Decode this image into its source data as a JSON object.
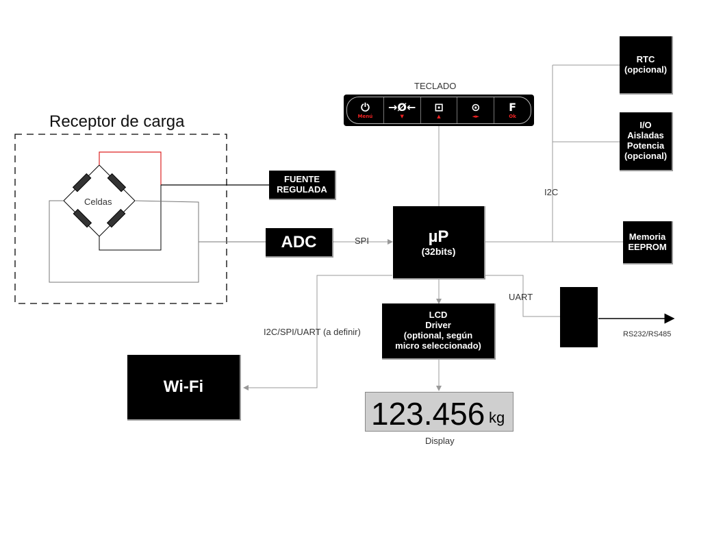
{
  "receptor": {
    "title": "Receptor de carga",
    "cells_label": "Celdas"
  },
  "blocks": {
    "fuente": [
      "FUENTE",
      "REGULADA"
    ],
    "adc": "ADC",
    "micro_title": "µP",
    "micro_sub": "(32bits)",
    "rtc": [
      "RTC",
      "(opcional)"
    ],
    "io": [
      "I/O",
      "Aisladas",
      "Potencia",
      "(opcional)"
    ],
    "memoria": [
      "Memoria",
      "EEPROM"
    ],
    "lcd": [
      "LCD",
      "Driver",
      "(optional, según",
      "micro seleccionado)"
    ],
    "wifi": "Wi-Fi"
  },
  "labels": {
    "teclado": "TECLADO",
    "spi": "SPI",
    "i2c": "I2C",
    "uart": "UART",
    "i2c_spi_uart": "I2C/SPI/UART (a definir)",
    "rs": "RS232/RS485",
    "display": "Display"
  },
  "keypad": [
    {
      "icon": "power-icon",
      "symbol": "⏻",
      "sub": "Menú"
    },
    {
      "icon": "zero-icon",
      "symbol": "→Ø←",
      "sub": "▼"
    },
    {
      "icon": "tare-icon",
      "symbol": "⊡",
      "sub": "▲"
    },
    {
      "icon": "target-icon",
      "symbol": "⊙",
      "sub": "◄►"
    },
    {
      "icon": "function-icon",
      "symbol": "F",
      "sub": "Ok"
    }
  ],
  "display": {
    "value": "123.456",
    "unit": "kg",
    "bg_color": "#cfcfcf"
  },
  "colors": {
    "wire": "#555555",
    "excitation_wire": "#dd2222",
    "block": "#000000"
  }
}
